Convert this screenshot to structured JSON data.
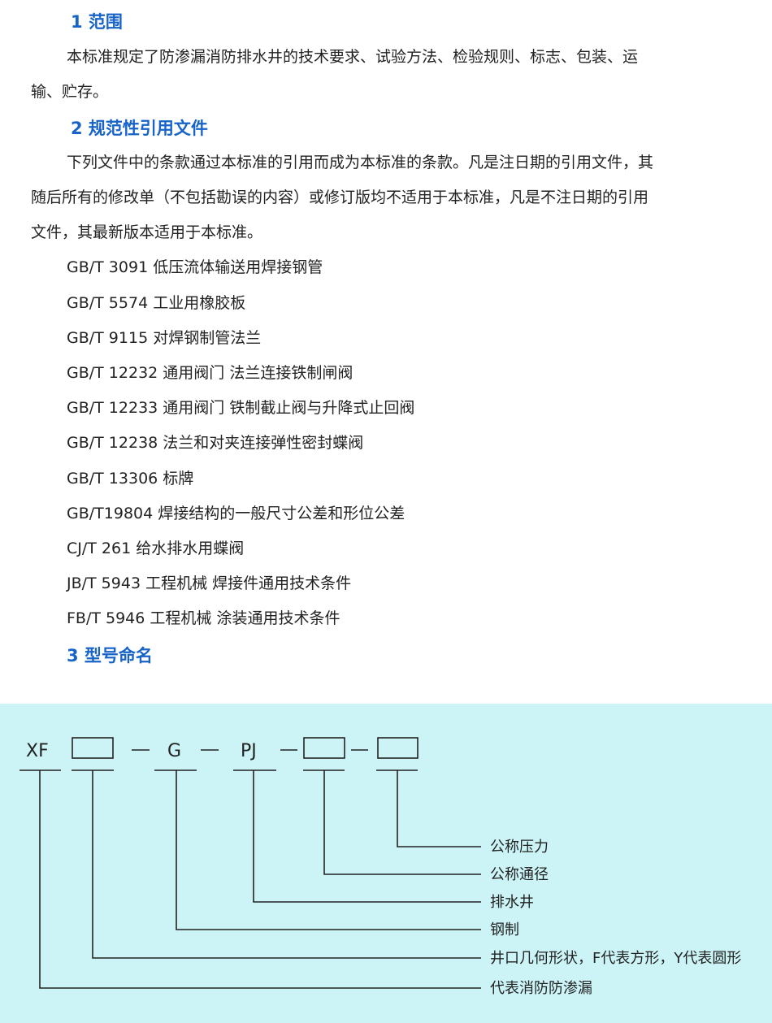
{
  "sections": {
    "s1": {
      "title": "1 范围",
      "text_line1": "本标准规定了防渗漏消防排水井的技术要求、试验方法、检验规则、标志、包装、运",
      "text_line2": "输、贮存。"
    },
    "s2": {
      "title": "2 规范性引用文件",
      "text_line1": "下列文件中的条款通过本标准的引用而成为本标准的条款。凡是注日期的引用文件，其",
      "text_line2": "随后所有的修改单（不包括勘误的内容）或修订版均不适用于本标准，凡是不注日期的引用",
      "text_line3": "文件，其最新版本适用于本标准。",
      "refs": [
        "GB/T 3091  低压流体输送用焊接钢管",
        "GB/T 5574  工业用橡胶板",
        "GB/T 9115  对焊钢制管法兰",
        "GB/T 12232  通用阀门 法兰连接铁制闸阀",
        "GB/T 12233  通用阀门 铁制截止阀与升降式止回阀",
        "GB/T 12238 法兰和对夹连接弹性密封蝶阀",
        "GB/T 13306 标牌",
        "GB/T19804 焊接结构的一般尺寸公差和形位公差",
        "CJ/T 261 给水排水用蝶阀",
        "JB/T 5943 工程机械 焊接件通用技术条件",
        "FB/T 5946 工程机械 涂装通用技术条件"
      ]
    },
    "s3": {
      "title": "3 型号命名"
    }
  },
  "diagram": {
    "code_xf": "XF",
    "code_g": "G",
    "code_pj": "PJ",
    "labels": {
      "pressure": "公称压力",
      "diameter": "公称通径",
      "drain_well": "排水井",
      "steel": "钢制",
      "shape": "井口几何形状，F代表方形，Y代表圆形",
      "fire": "代表消防防渗漏"
    },
    "bg_color": "#ccf4f7"
  }
}
